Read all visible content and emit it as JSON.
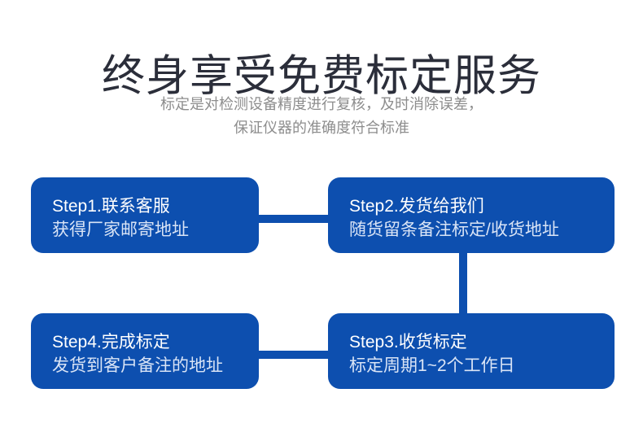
{
  "header": {
    "title": "终身享受免费标定服务",
    "subtitle_lines": [
      "标定是对检测设备精度进行复核，及时消除误差，",
      "保证仪器的准确度符合标准"
    ]
  },
  "colors": {
    "box_blue": "#0d4faf",
    "connector_blue": "#0d4faf",
    "title_color": "#2b2e3a",
    "subtitle_color": "#8d8d8d",
    "step_line1_color": "#ffffff",
    "step_line2_color": "#d9e4f6",
    "background": "#ffffff"
  },
  "flow": {
    "steps": [
      {
        "position": "top-left",
        "line1": "Step1.联系客服",
        "line2": "获得厂家邮寄地址"
      },
      {
        "position": "top-right",
        "line1": "Step2.发货给我们",
        "line2": "随货留条备注标定/收货地址"
      },
      {
        "position": "bottom-right",
        "line1": "Step3.收货标定",
        "line2": "标定周期1~2个工作日"
      },
      {
        "position": "bottom-left",
        "line1": "Step4.完成标定",
        "line2": "发货到客户备注的地址"
      }
    ]
  }
}
